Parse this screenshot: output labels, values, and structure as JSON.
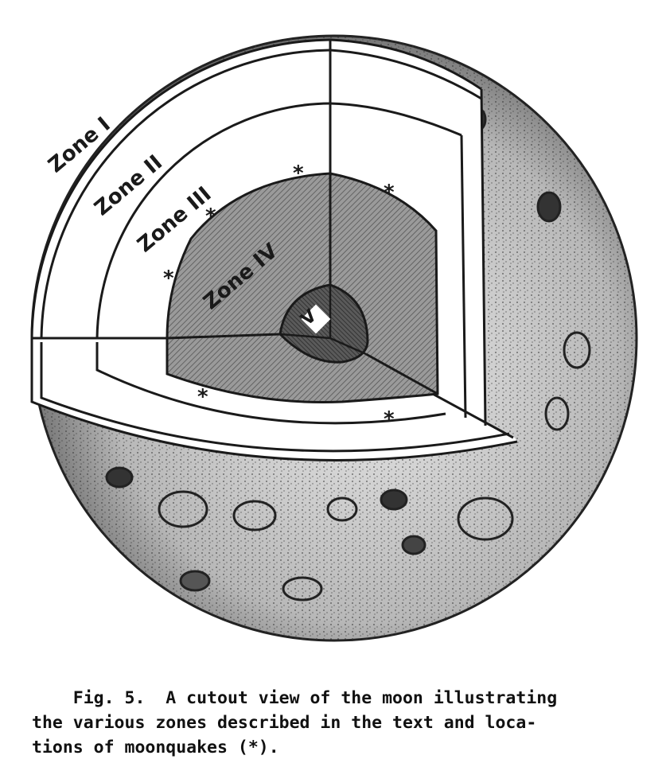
{
  "figure": {
    "zone_labels": [
      "Zone I",
      "Zone II",
      "Zone III",
      "Zone IV",
      "V"
    ],
    "moonquake_marker": "*"
  },
  "caption": {
    "lines": [
      "    Fig. 5.  A cutout view of the moon illustrating",
      "the various zones described in the text and loca-",
      "tions of moonquakes (*)."
    ]
  },
  "colors": {
    "ink": "#1a1a1a",
    "zone4_fill": "#8f8f8f",
    "zone5_fill": "#4a4a4a",
    "surface": "#d6d6d6"
  }
}
